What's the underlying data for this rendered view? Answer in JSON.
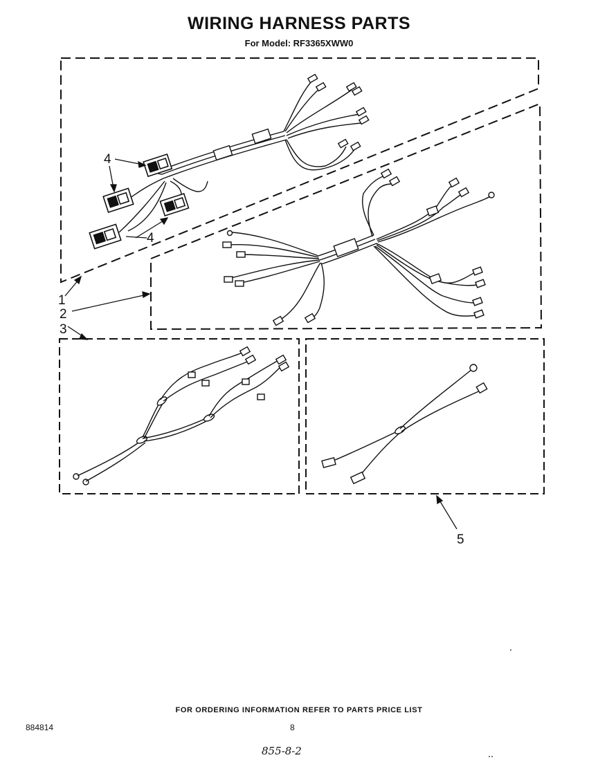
{
  "header": {
    "title": "WIRING HARNESS PARTS",
    "subtitle": "For Model: RF3365XWW0"
  },
  "callouts": {
    "part_1": "1",
    "part_2": "2",
    "part_3": "3",
    "part_4a": "4",
    "part_4b": "4",
    "part_5": "5"
  },
  "footer": {
    "ordering_note": "FOR ORDERING INFORMATION REFER TO PARTS PRICE LIST",
    "doc_number": "884814",
    "page_number": "8",
    "handwritten_note": "855-8-2"
  }
}
